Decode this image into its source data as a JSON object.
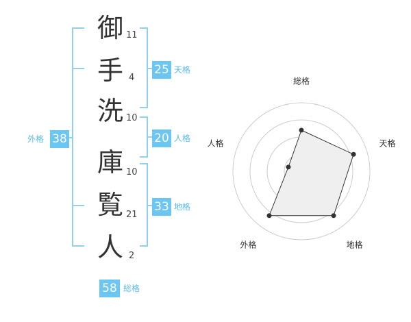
{
  "name_chars": [
    {
      "char": "御",
      "strokes": "11"
    },
    {
      "char": "手",
      "strokes": "4"
    },
    {
      "char": "洗",
      "strokes": "10"
    },
    {
      "char": "庫",
      "strokes": "10"
    },
    {
      "char": "覧",
      "strokes": "21"
    },
    {
      "char": "人",
      "strokes": "2"
    }
  ],
  "fortune": {
    "tenkaku": {
      "value": "25",
      "label": "天格"
    },
    "jinkaku": {
      "value": "20",
      "label": "人格"
    },
    "chikaku": {
      "value": "33",
      "label": "地格"
    },
    "gaikaku": {
      "value": "38",
      "label": "外格"
    },
    "soukaku": {
      "value": "58",
      "label": "総格"
    }
  },
  "colors": {
    "badge_bg": "#6cc6f2",
    "badge_text": "#ffffff",
    "label_text": "#5bbbe9",
    "bracket": "#8fd0f0"
  },
  "chart_data": {
    "type": "radar",
    "axes": [
      "総格",
      "天格",
      "地格",
      "外格",
      "人格"
    ],
    "values": [
      0.6,
      0.8,
      0.8,
      0.8,
      0.2
    ],
    "rings": 4,
    "max": 1.0
  }
}
